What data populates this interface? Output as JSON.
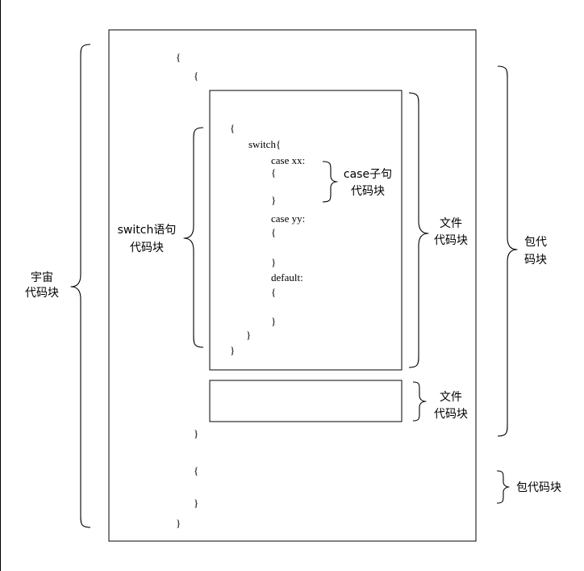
{
  "code_lines": {
    "outer_open": "{",
    "package1_open": "{",
    "file1_open": "{",
    "switch_open": "switch{",
    "case_xx": "case xx:",
    "case_xx_open": "{",
    "case_xx_close": "}",
    "case_yy": "case yy:",
    "case_yy_open": "{",
    "case_yy_close": "}",
    "default_label": "default:",
    "default_open": "{",
    "default_close": "}",
    "switch_close": "}",
    "file1_close": "}",
    "package1_close": "}",
    "package2_open": "{",
    "package2_close": "}",
    "outer_close": "}"
  },
  "labels": {
    "universe": [
      "宇宙",
      "代码块"
    ],
    "switch_stmt": [
      "switch语句",
      "代码块"
    ],
    "case_clause": [
      "case子句",
      "代码块"
    ],
    "file_block_1": [
      "文件",
      "代码块"
    ],
    "file_block_2": [
      "文件",
      "代码块"
    ],
    "package_block_1": [
      "包代",
      "码块"
    ],
    "package_block_2": "包代码块"
  }
}
